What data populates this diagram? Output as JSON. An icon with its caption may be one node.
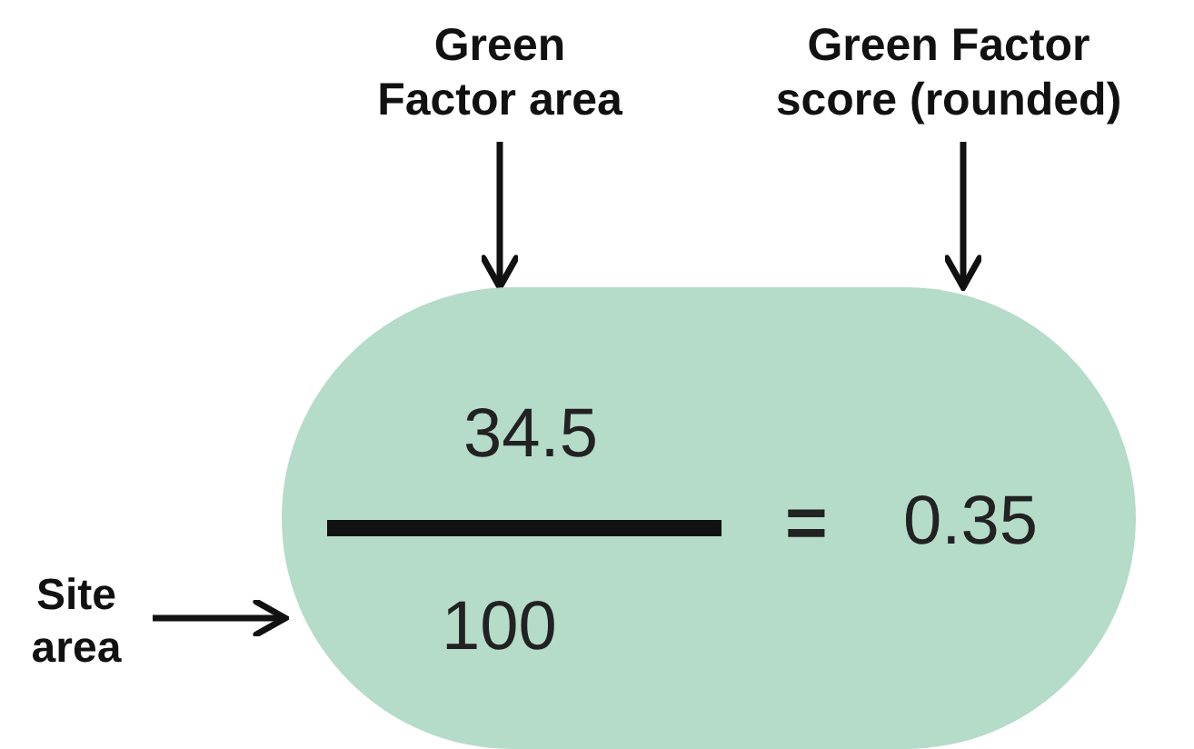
{
  "diagram": {
    "nodes": [
      {
        "text": [
          "Green Factor area"
        ]
      },
      {
        "text": [
          "Green Factor score (rounded)"
        ]
      },
      {
        "text": [
          "Site area"
        ]
      },
      {
        "text": [
          "34.5",
          "100",
          "=",
          "0.35"
        ]
      }
    ],
    "edges": [
      {
        "from": 0,
        "to": 3,
        "arrow": "to"
      },
      {
        "from": 1,
        "to": 3,
        "arrow": "to"
      },
      {
        "from": 2,
        "to": 3,
        "arrow": "to"
      }
    ]
  }
}
